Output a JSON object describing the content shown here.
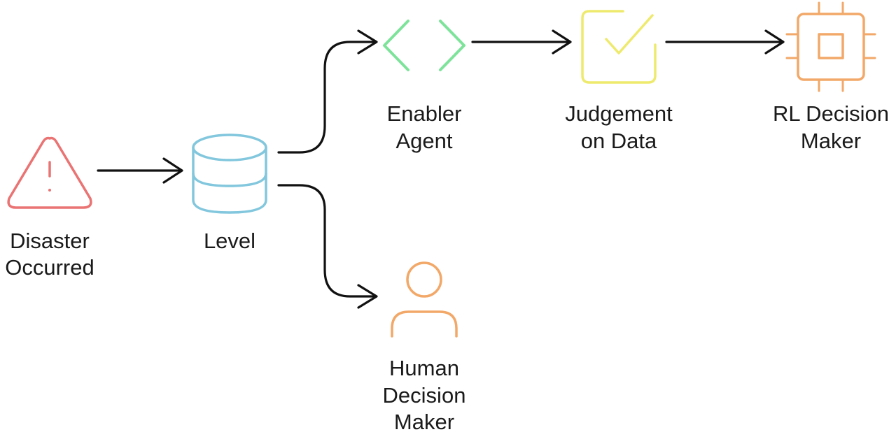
{
  "nodes": {
    "disaster": {
      "line1": "Disaster",
      "line2": "Occurred",
      "icon": "warning-triangle-icon",
      "color": "#ea7373"
    },
    "level": {
      "line1": "Level",
      "icon": "database-icon",
      "color": "#82c7dd"
    },
    "enabler": {
      "line1": "Enabler",
      "line2": "Agent",
      "icon": "code-brackets-icon",
      "color": "#7ee39a"
    },
    "judgement": {
      "line1": "Judgement",
      "line2": "on Data",
      "icon": "checkbox-icon",
      "color": "#eeea6e"
    },
    "rl": {
      "line1": "RL Decision",
      "line2": "Maker",
      "icon": "cpu-chip-icon",
      "color": "#f2a868"
    },
    "human": {
      "line1": "Human",
      "line2": "Decision",
      "line3": "Maker",
      "icon": "person-icon",
      "color": "#f2a868"
    }
  }
}
